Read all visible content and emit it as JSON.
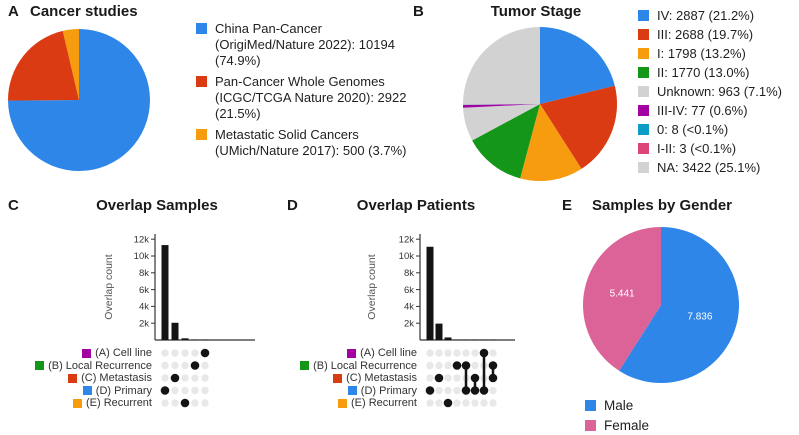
{
  "figure": {
    "background": "#ffffff"
  },
  "panels": {
    "a": {
      "tag": "A",
      "title": "Cancer studies"
    },
    "b": {
      "tag": "B",
      "title": "Tumor Stage"
    },
    "c": {
      "tag": "C",
      "title": "Overlap Samples"
    },
    "d": {
      "tag": "D",
      "title": "Overlap Patients"
    },
    "e": {
      "tag": "E",
      "title": "Samples by Gender"
    }
  },
  "chart_data": [
    {
      "id": "cancer-studies",
      "type": "pie",
      "title": "Cancer studies",
      "legend_position": "right",
      "slices": [
        {
          "label": "China Pan-Cancer (OrigiMed/Nature 2022)",
          "value": 10194,
          "pct": "74.9%",
          "color": "#2E86E8",
          "legend_lines": [
            "China Pan-Cancer",
            "(OrigiMed/Nature 2022): 10194",
            "(74.9%)"
          ]
        },
        {
          "label": "Pan-Cancer Whole Genomes (ICGC/TCGA Nature 2020)",
          "value": 2922,
          "pct": "21.5%",
          "color": "#DA3B12",
          "legend_lines": [
            "Pan-Cancer Whole Genomes",
            "(ICGC/TCGA Nature 2020): 2922",
            "(21.5%)"
          ]
        },
        {
          "label": "Metastatic Solid Cancers (UMich/Nature 2017)",
          "value": 500,
          "pct": "3.7%",
          "color": "#F89C0F",
          "legend_lines": [
            "Metastatic Solid Cancers",
            "(UMich/Nature 2017): 500 (3.7%)"
          ]
        }
      ]
    },
    {
      "id": "tumor-stage",
      "type": "pie",
      "title": "Tumor Stage",
      "legend_position": "right",
      "slices": [
        {
          "label": "IV",
          "value": 2887,
          "pct": "21.2%",
          "color": "#2E86E8",
          "legend": "IV: 2887 (21.2%)"
        },
        {
          "label": "III",
          "value": 2688,
          "pct": "19.7%",
          "color": "#DA3B12",
          "legend": "III: 2688 (19.7%)"
        },
        {
          "label": "I",
          "value": 1798,
          "pct": "13.2%",
          "color": "#F89C0F",
          "legend": "I: 1798 (13.2%)"
        },
        {
          "label": "II",
          "value": 1770,
          "pct": "13.0%",
          "color": "#149618",
          "legend": "II: 1770 (13.0%)"
        },
        {
          "label": "Unknown",
          "value": 963,
          "pct": "7.1%",
          "color": "#D2D2D3",
          "legend": "Unknown: 963 (7.1%)"
        },
        {
          "label": "III-IV",
          "value": 77,
          "pct": "0.6%",
          "color": "#A302A3",
          "legend": "III-IV: 77 (0.6%)"
        },
        {
          "label": "0",
          "value": 8,
          "pct": "<0.1%",
          "color": "#0C9DC6",
          "legend": "0: 8 (<0.1%)"
        },
        {
          "label": "I-II",
          "value": 3,
          "pct": "<0.1%",
          "color": "#DD4477",
          "legend": "I-II: 3 (<0.1%)"
        },
        {
          "label": "NA",
          "value": 3422,
          "pct": "25.1%",
          "color": "#D2D2D3",
          "legend": "NA: 3422 (25.1%)"
        }
      ]
    },
    {
      "id": "overlap-samples",
      "type": "bar",
      "variant": "upset",
      "title": "Overlap Samples",
      "ylabel": "Overlap count",
      "ylim": [
        0,
        12000
      ],
      "yticks": [
        {
          "v": 2000,
          "label": "2k"
        },
        {
          "v": 4000,
          "label": "4k"
        },
        {
          "v": 6000,
          "label": "6k"
        },
        {
          "v": 8000,
          "label": "8k"
        },
        {
          "v": 10000,
          "label": "10k"
        },
        {
          "v": 12000,
          "label": "12k"
        }
      ],
      "sets": [
        {
          "id": "A",
          "label": "(A) Cell line",
          "color": "#A302A3"
        },
        {
          "id": "B",
          "label": "(B) Local Recurrence",
          "color": "#149618"
        },
        {
          "id": "C",
          "label": "(C) Metastasis",
          "color": "#DA3B12"
        },
        {
          "id": "D",
          "label": "(D) Primary",
          "color": "#2E86E8"
        },
        {
          "id": "E",
          "label": "(E) Recurrent",
          "color": "#F89C0F"
        }
      ],
      "columns": [
        {
          "members": [
            "D"
          ],
          "value": 11300
        },
        {
          "members": [
            "C"
          ],
          "value": 2050
        },
        {
          "members": [
            "E"
          ],
          "value": 200
        },
        {
          "members": [
            "B"
          ],
          "value": 60
        },
        {
          "members": [
            "A"
          ],
          "value": 25
        }
      ]
    },
    {
      "id": "overlap-patients",
      "type": "bar",
      "variant": "upset",
      "title": "Overlap Patients",
      "ylabel": "Overlap count",
      "ylim": [
        0,
        12000
      ],
      "yticks": [
        {
          "v": 2000,
          "label": "2k"
        },
        {
          "v": 4000,
          "label": "4k"
        },
        {
          "v": 6000,
          "label": "6k"
        },
        {
          "v": 8000,
          "label": "8k"
        },
        {
          "v": 10000,
          "label": "10k"
        },
        {
          "v": 12000,
          "label": "12k"
        }
      ],
      "sets": [
        {
          "id": "A",
          "label": "(A) Cell line",
          "color": "#A302A3"
        },
        {
          "id": "B",
          "label": "(B) Local Recurrence",
          "color": "#149618"
        },
        {
          "id": "C",
          "label": "(C) Metastasis",
          "color": "#DA3B12"
        },
        {
          "id": "D",
          "label": "(D) Primary",
          "color": "#2E86E8"
        },
        {
          "id": "E",
          "label": "(E) Recurrent",
          "color": "#F89C0F"
        }
      ],
      "columns": [
        {
          "members": [
            "D"
          ],
          "value": 11100
        },
        {
          "members": [
            "C"
          ],
          "value": 1950
        },
        {
          "members": [
            "E"
          ],
          "value": 300
        },
        {
          "members": [
            "B"
          ],
          "value": 40
        },
        {
          "members": [
            "B",
            "D"
          ],
          "value": 25
        },
        {
          "members": [
            "C",
            "D"
          ],
          "value": 20
        },
        {
          "members": [
            "A",
            "D"
          ],
          "value": 15
        },
        {
          "members": [
            "B",
            "C"
          ],
          "value": 10
        }
      ]
    },
    {
      "id": "samples-by-gender",
      "type": "pie",
      "title": "Samples by Gender",
      "legend_position": "bottom",
      "slices": [
        {
          "label": "Male",
          "value": 7836,
          "inner_label": "7.836",
          "color": "#2E86E8",
          "legend": "Male"
        },
        {
          "label": "Female",
          "value": 5441,
          "inner_label": "5.441",
          "color": "#DC6398",
          "legend": "Female"
        }
      ]
    }
  ]
}
